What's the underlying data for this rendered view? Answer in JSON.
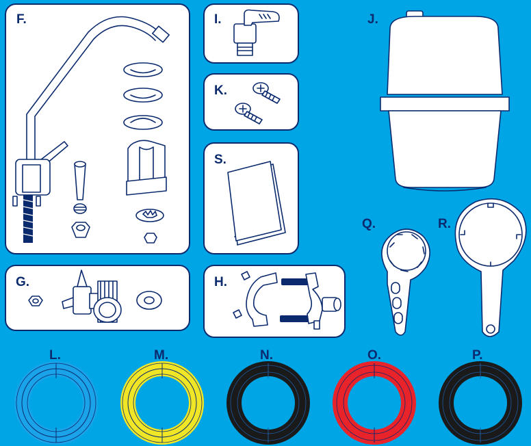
{
  "labels": {
    "F": "F.",
    "G": "G.",
    "H": "H.",
    "I": "I.",
    "J": "J.",
    "K": "K.",
    "S": "S.",
    "Q": "Q.",
    "R": "R.",
    "L": "L.",
    "M": "M.",
    "N": "N.",
    "O": "O.",
    "P": "P."
  },
  "colors": {
    "background": "#00a5e6",
    "line": "#0b2a6e",
    "tube_L": "#1aa3e8",
    "tube_M": "#f0e626",
    "tube_N": "#1a1a1a",
    "tube_O": "#e8232a",
    "tube_P": "#1a1a1a"
  },
  "items": [
    {
      "id": "F",
      "depicts": "faucet-kit"
    },
    {
      "id": "G",
      "depicts": "feed-valve"
    },
    {
      "id": "H",
      "depicts": "drain-clamp"
    },
    {
      "id": "I",
      "depicts": "tank-valve"
    },
    {
      "id": "J",
      "depicts": "storage-tank"
    },
    {
      "id": "K",
      "depicts": "screws"
    },
    {
      "id": "S",
      "depicts": "manual"
    },
    {
      "id": "Q",
      "depicts": "small-housing-wrench"
    },
    {
      "id": "R",
      "depicts": "large-housing-wrench"
    },
    {
      "id": "L",
      "depicts": "blue-tubing"
    },
    {
      "id": "M",
      "depicts": "yellow-tubing"
    },
    {
      "id": "N",
      "depicts": "black-tubing"
    },
    {
      "id": "O",
      "depicts": "red-tubing"
    },
    {
      "id": "P",
      "depicts": "black-tubing"
    }
  ]
}
